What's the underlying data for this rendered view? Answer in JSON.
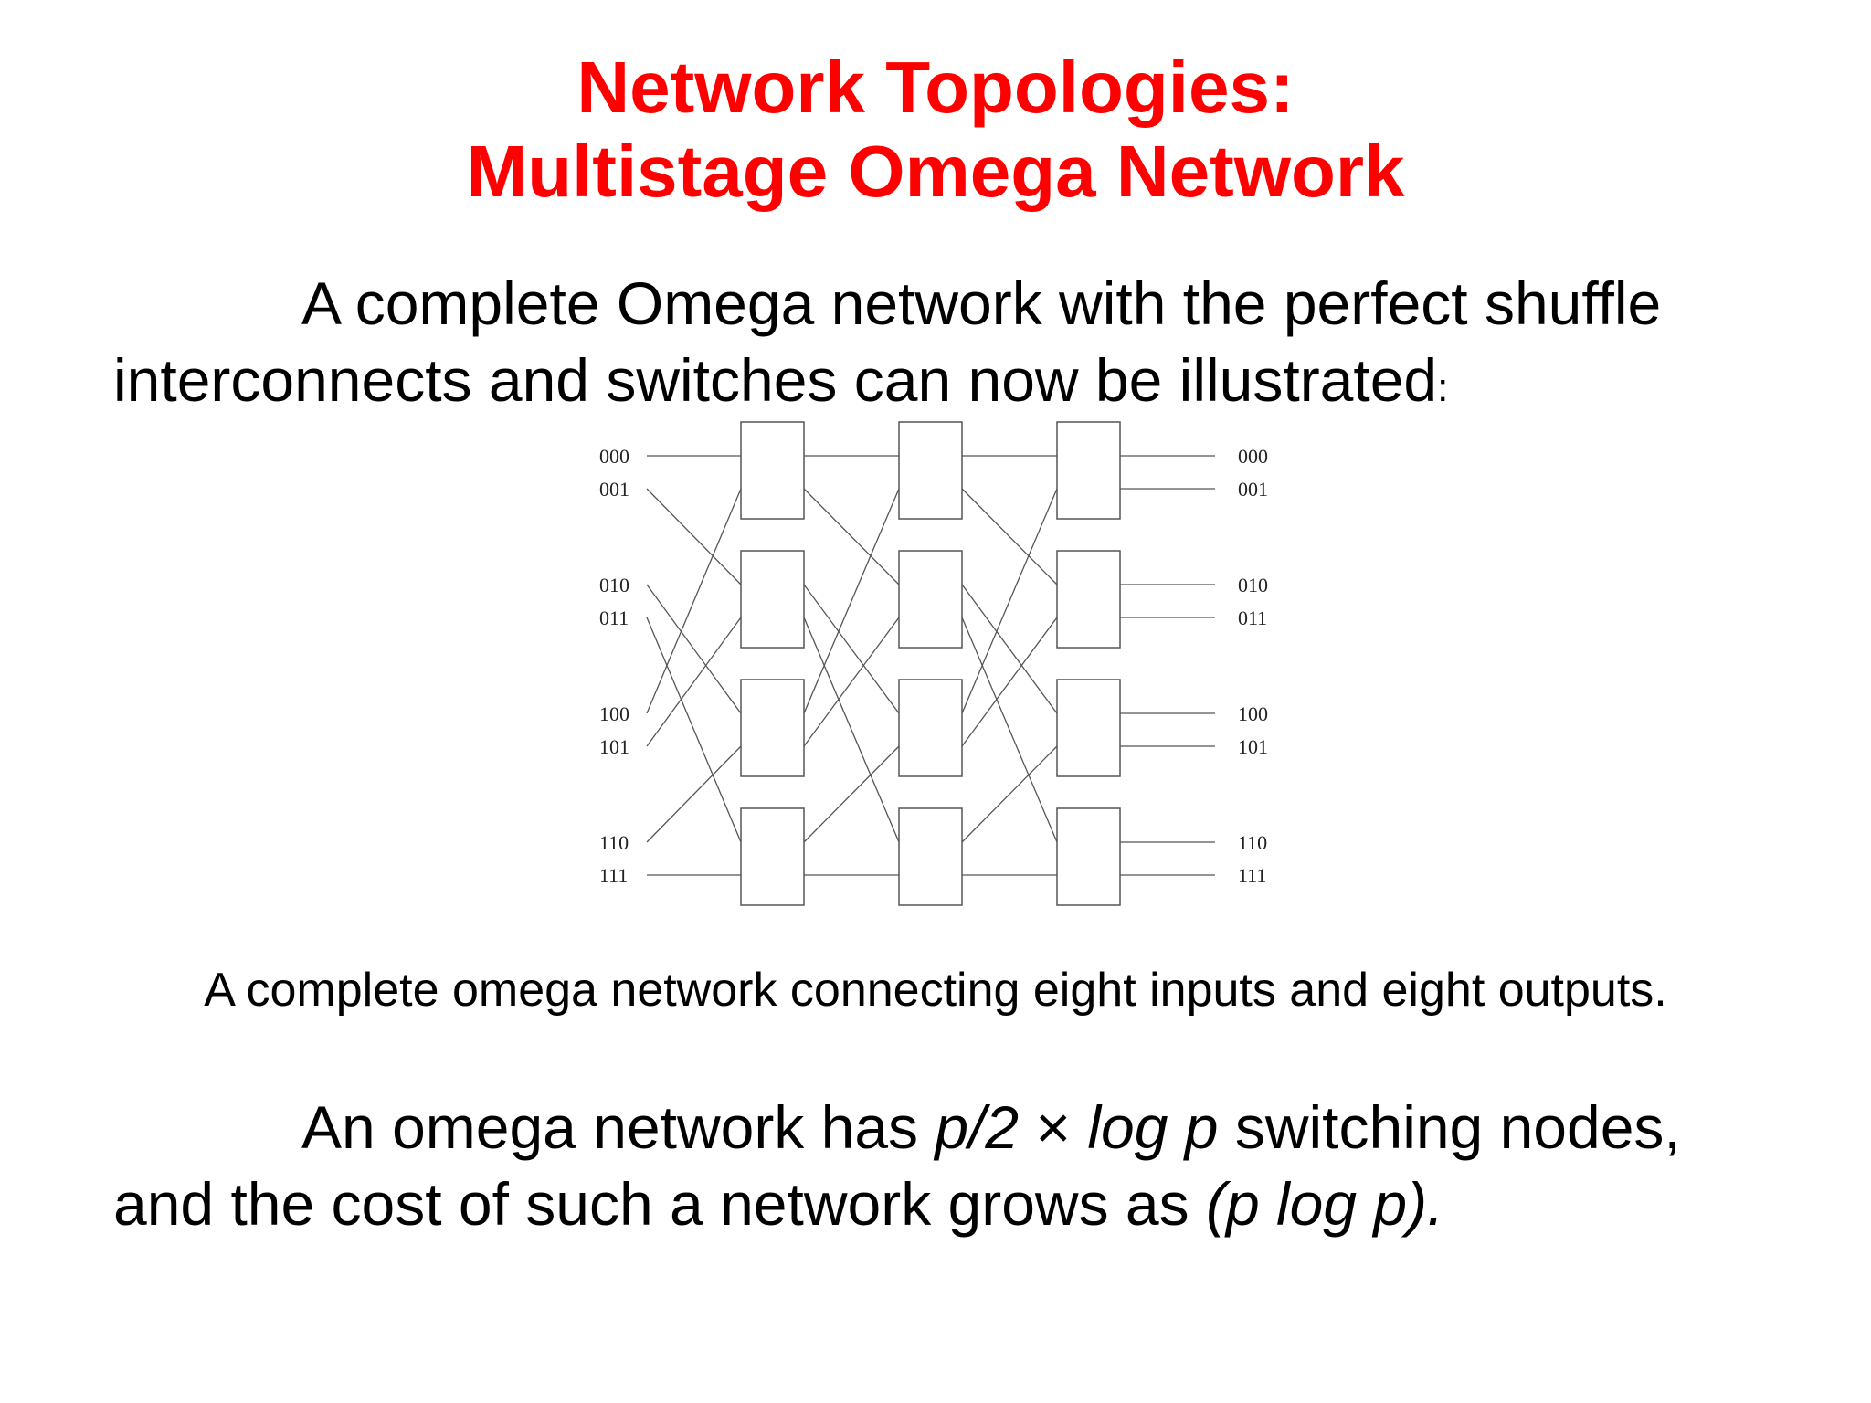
{
  "slide": {
    "title_line1": "Network Topologies:",
    "title_line2": "Multistage Omega Network",
    "intro_line1": "A complete Omega network with the perfect shuffle",
    "intro_line2": "interconnects and switches can now be illustrated",
    "intro_colon": ":",
    "caption": "A complete omega network connecting eight inputs and eight outputs.",
    "closing": {
      "part1": "An omega network has ",
      "italic1": "p/2",
      "part2": " × ",
      "italic2": "log p",
      "part3": " switching nodes,",
      "line2_part1": "and the cost of such a network grows as ",
      "line2_italic": "(p log p)."
    }
  },
  "diagram": {
    "input_labels": [
      "000",
      "001",
      "010",
      "011",
      "100",
      "101",
      "110",
      "111"
    ],
    "output_labels": [
      "000",
      "001",
      "010",
      "011",
      "100",
      "101",
      "110",
      "111"
    ],
    "stages": 3,
    "switches_per_stage": 4,
    "interconnect": "perfect shuffle"
  }
}
